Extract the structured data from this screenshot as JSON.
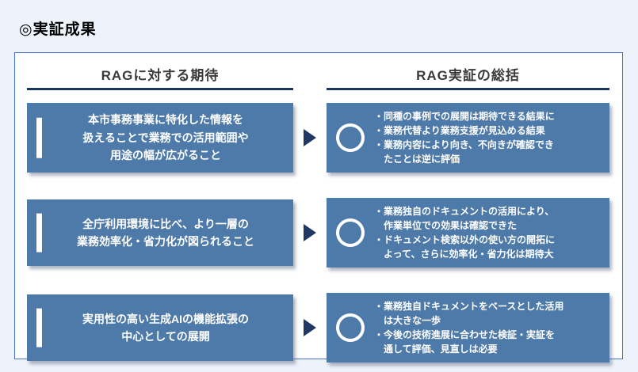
{
  "page": {
    "title": "◎実証成果"
  },
  "panel": {
    "left_header": "RAGに対する期待",
    "right_header": "RAG実証の総括",
    "rows": [
      {
        "expectation": "本市事務事業に特化した情報を\n扱えることで業務での活用範囲や\n用途の幅が広がること",
        "results": [
          "・同種の事例での展開は期待できる結果に",
          "・業務代替より業務支援が見込める結果",
          "・業務内容により向き、不向きが確認でき\nたことは逆に評価"
        ]
      },
      {
        "expectation": "全庁利用環境に比べ、より一層の\n業務効率化・省力化が図られること",
        "results": [
          "・業務独自のドキュメントの活用により、\n作業単位での効果は確認できた",
          "・ドキュメント検索以外の使い方の開拓に\nよって、さらに効率化・省力化は期待大"
        ]
      },
      {
        "expectation": "実用性の高い生成AIの機能拡張の\n中心としての展開",
        "results": [
          "・業務独自ドキュメントをベースとした活用\nは大きな一歩",
          "・今後の技術進展に合わせた検証・実証を\n通して評価、見直しは必要"
        ]
      }
    ]
  },
  "colors": {
    "page_bg": "#edf2fb",
    "panel_bg": "#ffffff",
    "panel_border": "#4472c4",
    "box_blue": "#4d7aa8",
    "accent_navy": "#1f3864",
    "underline_navy": "#17375e",
    "text_white": "#ffffff"
  }
}
